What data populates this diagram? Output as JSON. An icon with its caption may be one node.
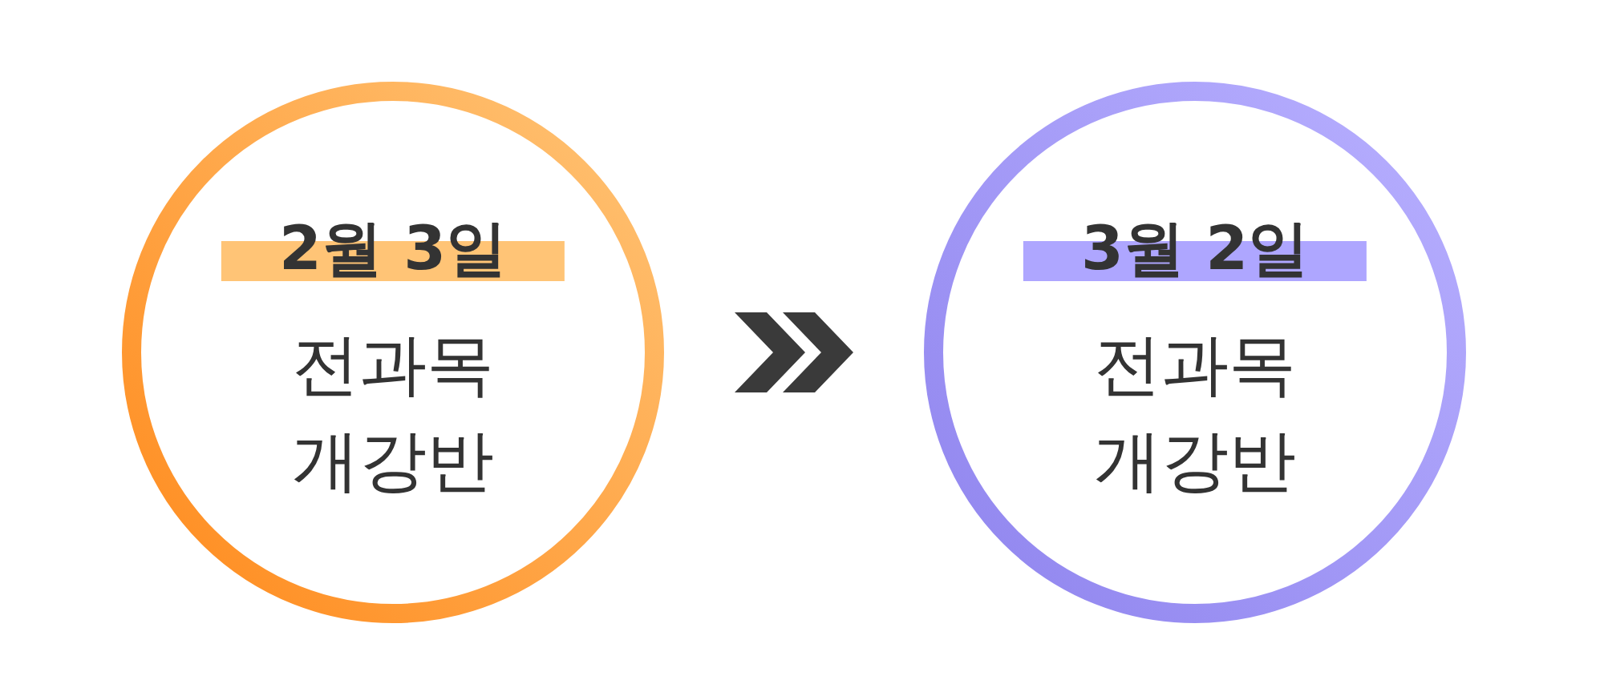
{
  "diagram": {
    "nodes": [
      {
        "text": [
          "2월 3일",
          "전과목 개강반"
        ]
      },
      {
        "text": [
          "3월 2일",
          "전과목 개강반"
        ]
      }
    ],
    "edges": [
      {
        "from": 0,
        "to": 1,
        "arrow": "to"
      }
    ]
  }
}
